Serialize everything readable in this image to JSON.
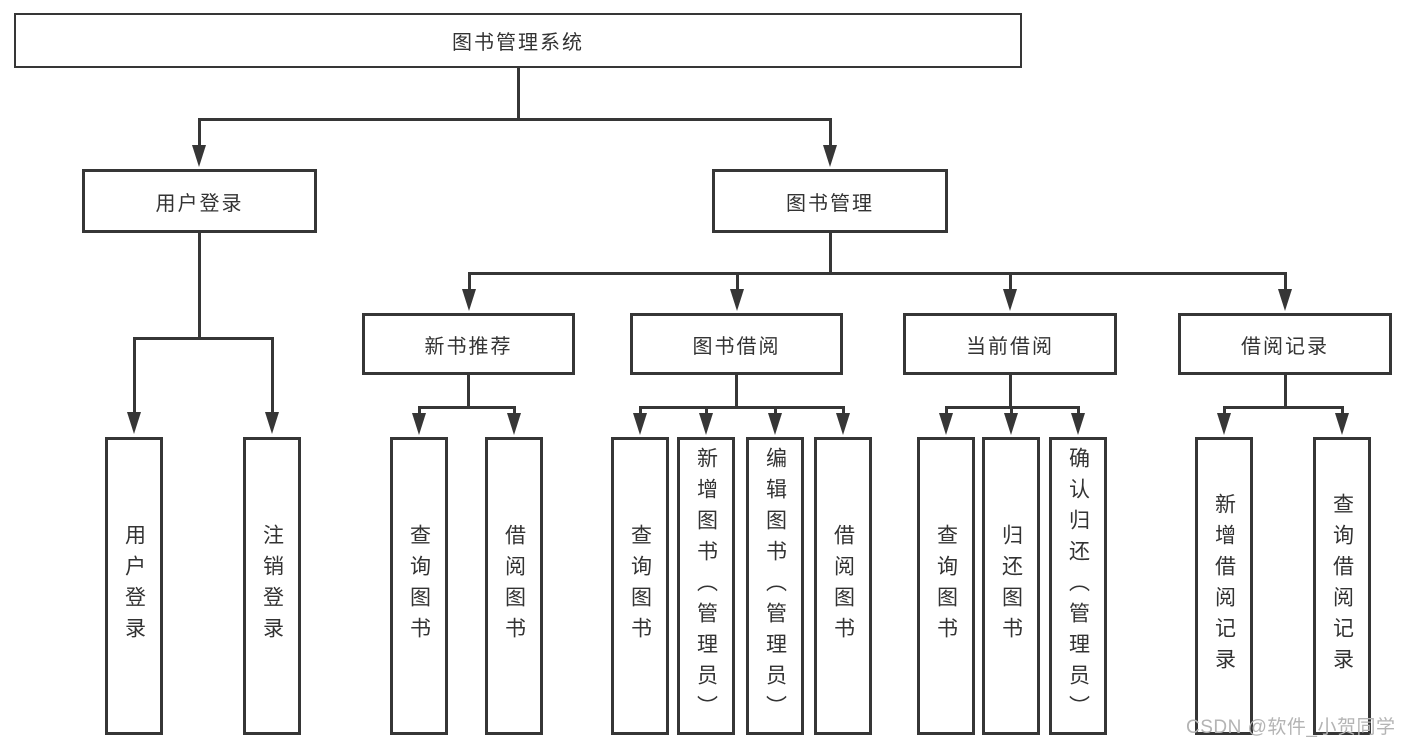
{
  "nodes": {
    "root": "图书管理系统",
    "user_login": "用户登录",
    "book_management": "图书管理",
    "new_book_recommend": "新书推荐",
    "book_borrowing": "图书借阅",
    "current_borrowing": "当前借阅",
    "borrowing_records": "借阅记录",
    "leaf_user_login": "用户登录",
    "leaf_logout": "注销登录",
    "leaf_query_books_recommend": "查询图书",
    "leaf_borrow_books_recommend": "借阅图书",
    "leaf_query_books_borrowing": "查询图书",
    "leaf_add_books_admin": "新增图书（管理员）",
    "leaf_edit_books_admin": "编辑图书（管理员）",
    "leaf_borrow_books_borrowing": "借阅图书",
    "leaf_query_books_current": "查询图书",
    "leaf_return_books": "归还图书",
    "leaf_confirm_return_admin": "确认归还（管理员）",
    "leaf_add_borrow_record": "新增借阅记录",
    "leaf_query_borrow_record": "查询借阅记录"
  },
  "watermark": "CSDN @软件_小贺同学",
  "colors": {
    "line": "#363636",
    "text": "#333333",
    "watermark": "#b4b4b4",
    "background": "#ffffff"
  }
}
